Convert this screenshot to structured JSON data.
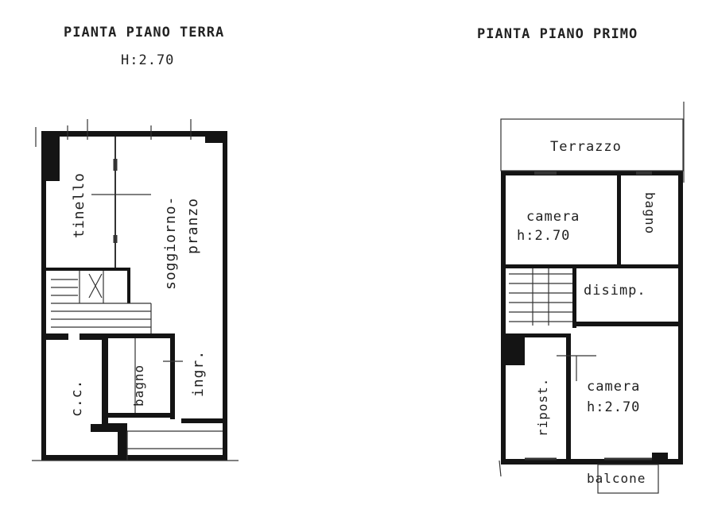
{
  "ground_floor": {
    "title": "PIANTA PIANO TERRA",
    "height_label": "H:2.70",
    "rooms": {
      "tinello": "tinello",
      "soggiorno": "soggiorno-",
      "pranzo": "pranzo",
      "bagno": "bagno",
      "ingr": "ingr.",
      "cucina": "c.c."
    }
  },
  "first_floor": {
    "title": "PIANTA PIANO PRIMO",
    "rooms": {
      "terrazzo": "Terrazzo",
      "camera1_name": "camera",
      "camera1_height": "h:2.70",
      "bagno": "bagno",
      "disimp": "disimp.",
      "ripost": "ripost.",
      "camera2_name": "camera",
      "camera2_height": "h:2.70",
      "balcone": "balcone"
    }
  },
  "colors": {
    "wall": "#141414",
    "line": "#333333",
    "background": "#ffffff"
  }
}
